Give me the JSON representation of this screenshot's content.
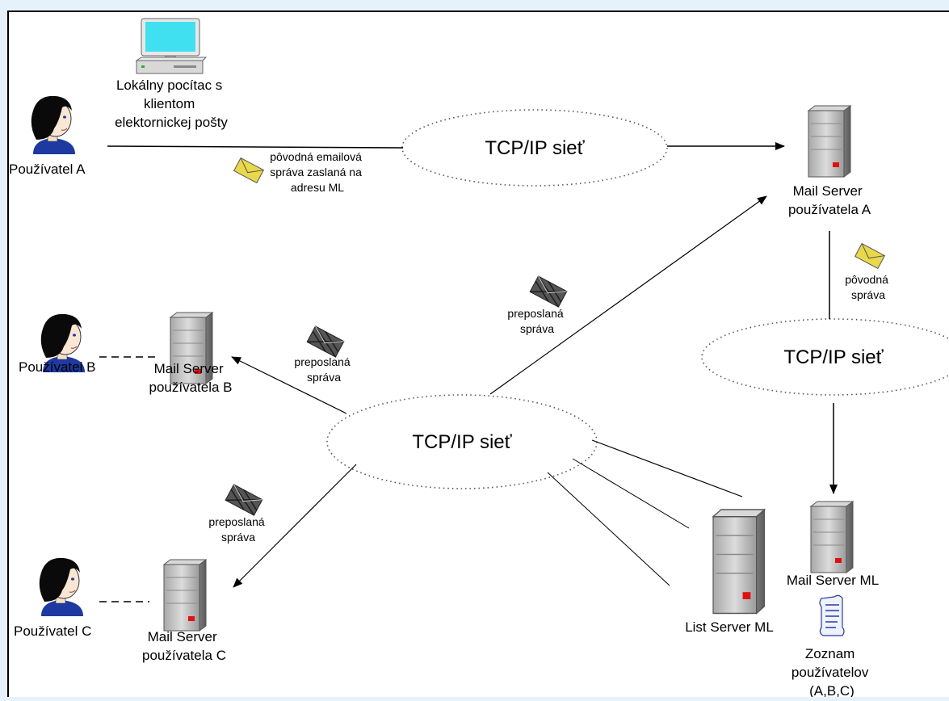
{
  "local_pc": {
    "label_lines": [
      "Lokálny pocítac s",
      "klientom",
      "elektornickej pošty"
    ]
  },
  "users": {
    "a": "Používatel A",
    "b": "Používatel B",
    "c": "Používatel C"
  },
  "servers": {
    "mail_a": [
      "Mail Server",
      "používatela A"
    ],
    "mail_b": [
      "Mail Server",
      "používatela B"
    ],
    "mail_c": [
      "Mail Server",
      "používatela C"
    ],
    "mail_ml": "Mail Server ML",
    "list_ml": "List Server ML"
  },
  "clouds": {
    "top": "TCP/IP sieť",
    "right": "TCP/IP sieť",
    "center": "TCP/IP sieť"
  },
  "messages": {
    "original_sent": [
      "pôvodná emailová",
      "správa zaslaná na",
      "adresu ML"
    ],
    "original": [
      "pôvodná",
      "správa"
    ],
    "forwarded_a": [
      "preposlaná",
      "správa"
    ],
    "forwarded_b": [
      "preposlaná",
      "správa"
    ],
    "forwarded_c": [
      "preposlaná",
      "správa"
    ]
  },
  "subscriber_list": [
    "Zoznam",
    "používatelov",
    "(A,B,C)"
  ],
  "colors": {
    "page_bg": "#e6f2fb",
    "envelope_original": "#e8d84a",
    "envelope_forwarded": "#3a3a3a",
    "server_body": "#bfbfbf",
    "server_led": "#e01010",
    "monitor_screen": "#40e0f0",
    "shirt": "#1e3aa0"
  }
}
